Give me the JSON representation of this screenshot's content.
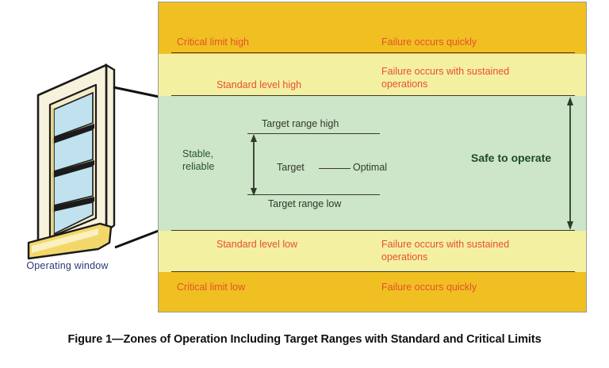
{
  "figure": {
    "caption": "Figure  1—Zones of Operation Including Target Ranges with Standard and Critical Limits"
  },
  "illustration": {
    "name": "operating-window",
    "caption": "Operating\nwindow",
    "caption_color": "#2b3a75",
    "frame_color": "#F3EBC4",
    "glass_color": "#BFE2EE",
    "sill_color": "#F2D86B",
    "pane_count": 4
  },
  "colors": {
    "critical_zone": "#F0C022",
    "standard_zone": "#F4F0A2",
    "safe_zone": "#CDE5C9",
    "warning_text": "#E7502D",
    "green_text": "#26542f",
    "line": "#3b3a28",
    "border": "#9a9a9a"
  },
  "diagram": {
    "zones": [
      {
        "id": "critical-high",
        "type": "critical",
        "left_label": "Critical limit high",
        "right_label": "Failure occurs quickly"
      },
      {
        "id": "standard-high",
        "type": "standard",
        "left_label": "Standard level high",
        "right_label": "Failure occurs with sustained\noperations"
      },
      {
        "id": "safe",
        "type": "safe",
        "left_label": "Stable,\nreliable",
        "right_label": "Safe to operate"
      },
      {
        "id": "standard-low",
        "type": "standard",
        "left_label": "Standard level low",
        "right_label": "Failure occurs with sustained\noperations"
      },
      {
        "id": "critical-low",
        "type": "critical",
        "left_label": "Critical limit low",
        "right_label": "Failure occurs quickly"
      }
    ],
    "target": {
      "range_high_label": "Target range high",
      "range_low_label": "Target range low",
      "target_label": "Target",
      "optimal_label": "Optimal"
    },
    "safe_span_label": "Safe to operate"
  }
}
